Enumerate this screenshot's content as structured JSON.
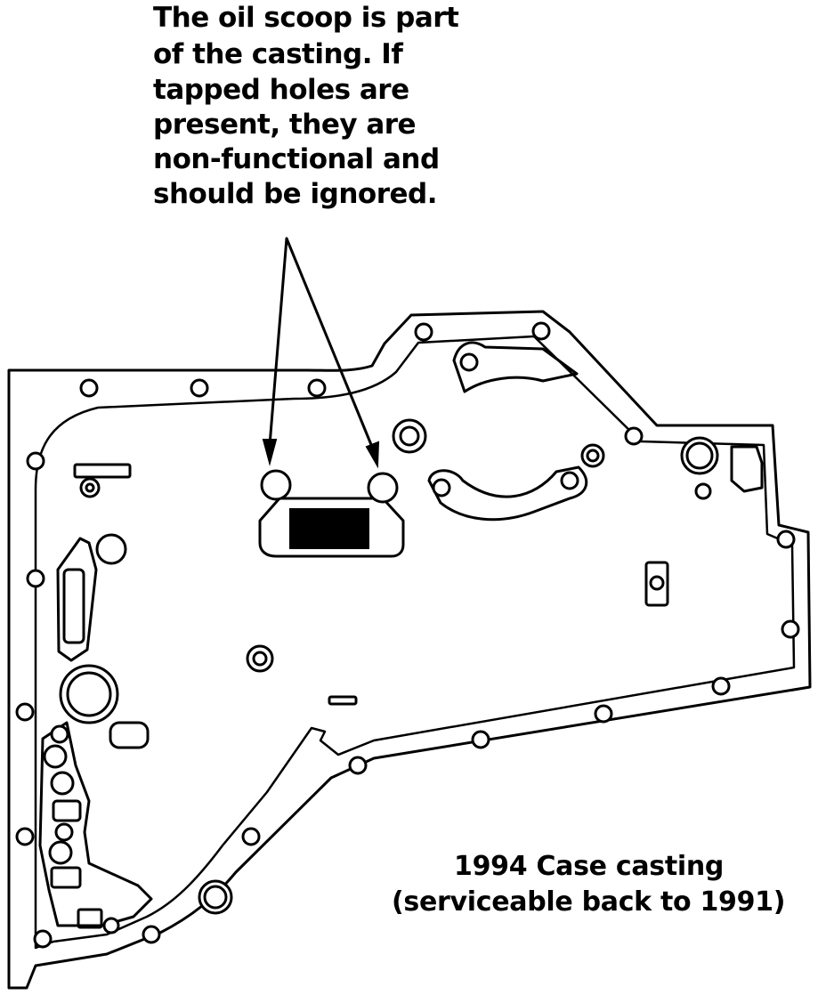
{
  "note": {
    "lines": [
      "The oil scoop is part",
      "of the casting. If",
      "tapped holes are",
      "present, they are",
      "non-functional and",
      "should be ignored."
    ]
  },
  "caption": {
    "line1": "1994 Case casting",
    "line2": "(serviceable back to 1991)"
  }
}
